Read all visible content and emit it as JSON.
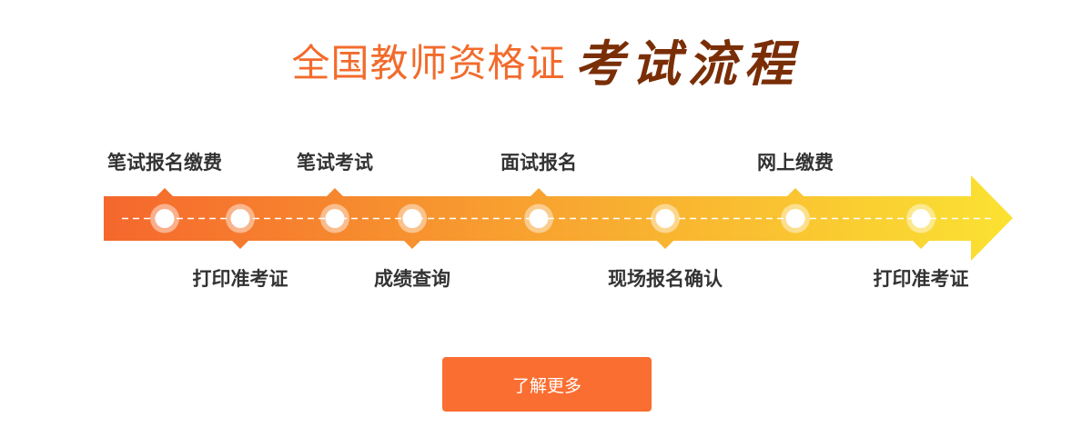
{
  "title": {
    "main": "全国教师资格证",
    "accent": "考试流程"
  },
  "colors": {
    "title_main": "#f26b2c",
    "title_accent": "#7a2e06",
    "arrow_start": "#f5672d",
    "arrow_mid": "#f8a630",
    "arrow_end": "#fbe232",
    "button": "#fb6e31",
    "label": "#333333"
  },
  "steps": [
    {
      "label": "笔试报名缴费",
      "position": "top"
    },
    {
      "label": "打印准考证",
      "position": "bottom"
    },
    {
      "label": "笔试考试",
      "position": "top"
    },
    {
      "label": "成绩查询",
      "position": "bottom"
    },
    {
      "label": "面试报名",
      "position": "top"
    },
    {
      "label": "现场报名确认",
      "position": "bottom"
    },
    {
      "label": "网上缴费",
      "position": "top"
    },
    {
      "label": "打印准考证",
      "position": "bottom"
    }
  ],
  "button": {
    "label": "了解更多"
  }
}
